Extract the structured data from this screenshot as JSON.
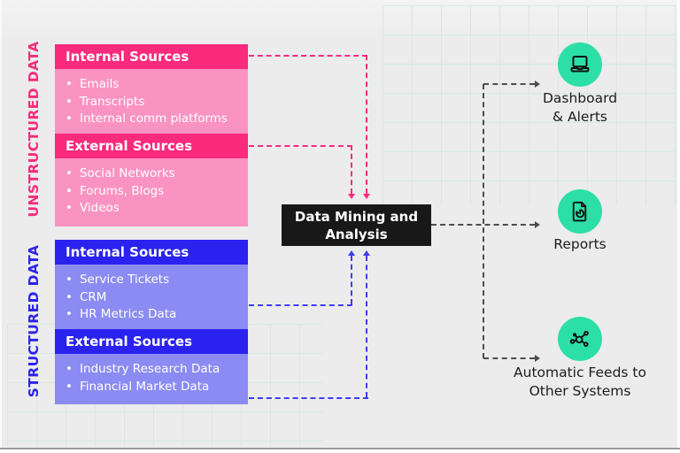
{
  "groups": [
    {
      "label": "UNSTRUCTURED DATA",
      "accent_color": "#FA2A7D",
      "body_color": "#FB93C2",
      "boxes": [
        {
          "title": "Internal Sources",
          "items": [
            "Emails",
            "Transcripts",
            "Internal comm platforms"
          ]
        },
        {
          "title": "External Sources",
          "items": [
            "Social Networks",
            "Forums, Blogs",
            "Videos"
          ]
        }
      ]
    },
    {
      "label": "STRUCTURED DATA",
      "accent_color": "#2B22F0",
      "body_color": "#8B8BF3",
      "boxes": [
        {
          "title": "Internal Sources",
          "items": [
            "Service Tickets",
            "CRM",
            "HR Metrics Data"
          ]
        },
        {
          "title": "External Sources",
          "items": [
            "Industry Research Data",
            "Financial Market Data"
          ]
        }
      ]
    }
  ],
  "center_box": {
    "line1": "Data Mining and",
    "line2": "Analysis",
    "bg_color": "#181818"
  },
  "outputs": [
    {
      "icon": "laptop-icon",
      "line1": "Dashboard",
      "line2": "& Alerts"
    },
    {
      "icon": "report-chart-icon",
      "line1": "Reports",
      "line2": ""
    },
    {
      "icon": "network-icon",
      "line1": "Automatic Feeds to",
      "line2": "Other Systems"
    }
  ],
  "colors": {
    "output_circle": "#2CDFA6",
    "unstructured_connector": "#FA2A7D",
    "structured_connector": "#3D3DF5",
    "output_connector": "#4D4D4D",
    "grid_line": "#D6E9DF",
    "background": "#ECECEC"
  }
}
